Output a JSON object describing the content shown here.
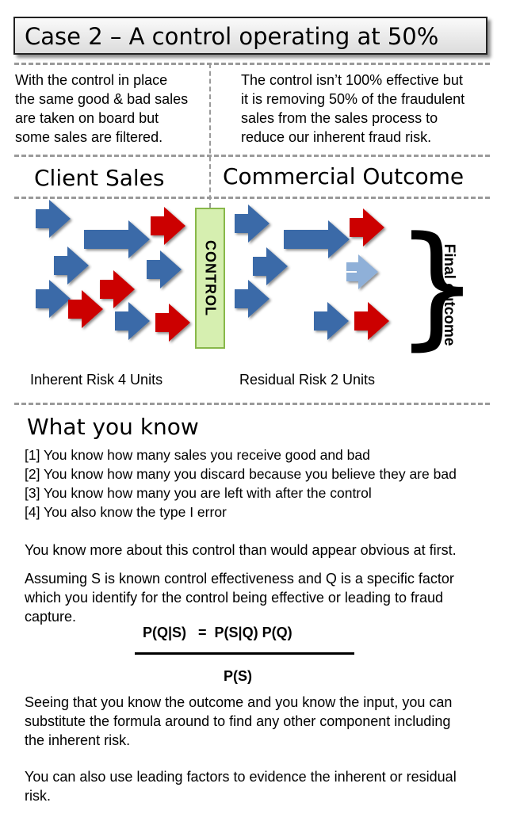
{
  "title": "Case 2 – A control operating at 50%",
  "left_note": [
    "With the control in place",
    "the same good & bad sales",
    "are taken on board but",
    "some sales are filtered."
  ],
  "right_note": [
    "The control isn’t 100% effective but",
    "it is removing 50% of the fraudulent",
    "sales from the sales process to",
    "reduce our inherent fraud risk."
  ],
  "headings": {
    "client_sales": "Client Sales",
    "commercial_outcome": "Commercial Outcome"
  },
  "control_label": "CONTROL",
  "final_outcome_label": "Final outcome",
  "inherent_risk_label": "Inherent Risk 4 Units",
  "residual_risk_label": "Residual Risk 2 Units",
  "colors": {
    "good": "#3a6aa8",
    "bad": "#cc0000",
    "filtered": "#8fb0d8"
  },
  "what_you_know": {
    "heading": "What you know",
    "items": [
      "[1] You know how many sales you receive good and bad",
      "[2] You know how many you discard because you believe they are bad",
      "[3] You know how many you are left with after the control",
      "[4] You also know the type I error"
    ]
  },
  "para1": "You know more about this control than would appear obvious at first.",
  "para2": [
    "Assuming S is known control effectiveness and Q is a specific factor",
    "which you identify for the control being effective or leading to fraud",
    "capture."
  ],
  "formula": {
    "numerator": "P(Q|S)   =  P(S|Q) P(Q)",
    "denominator": "P(S)"
  },
  "para3": [
    "Seeing that you know the outcome and you know the input, you can",
    "substitute the formula around to find any other component including",
    "the inherent risk."
  ],
  "para4": [
    "You can also use leading factors to evidence the inherent or residual",
    "risk."
  ]
}
